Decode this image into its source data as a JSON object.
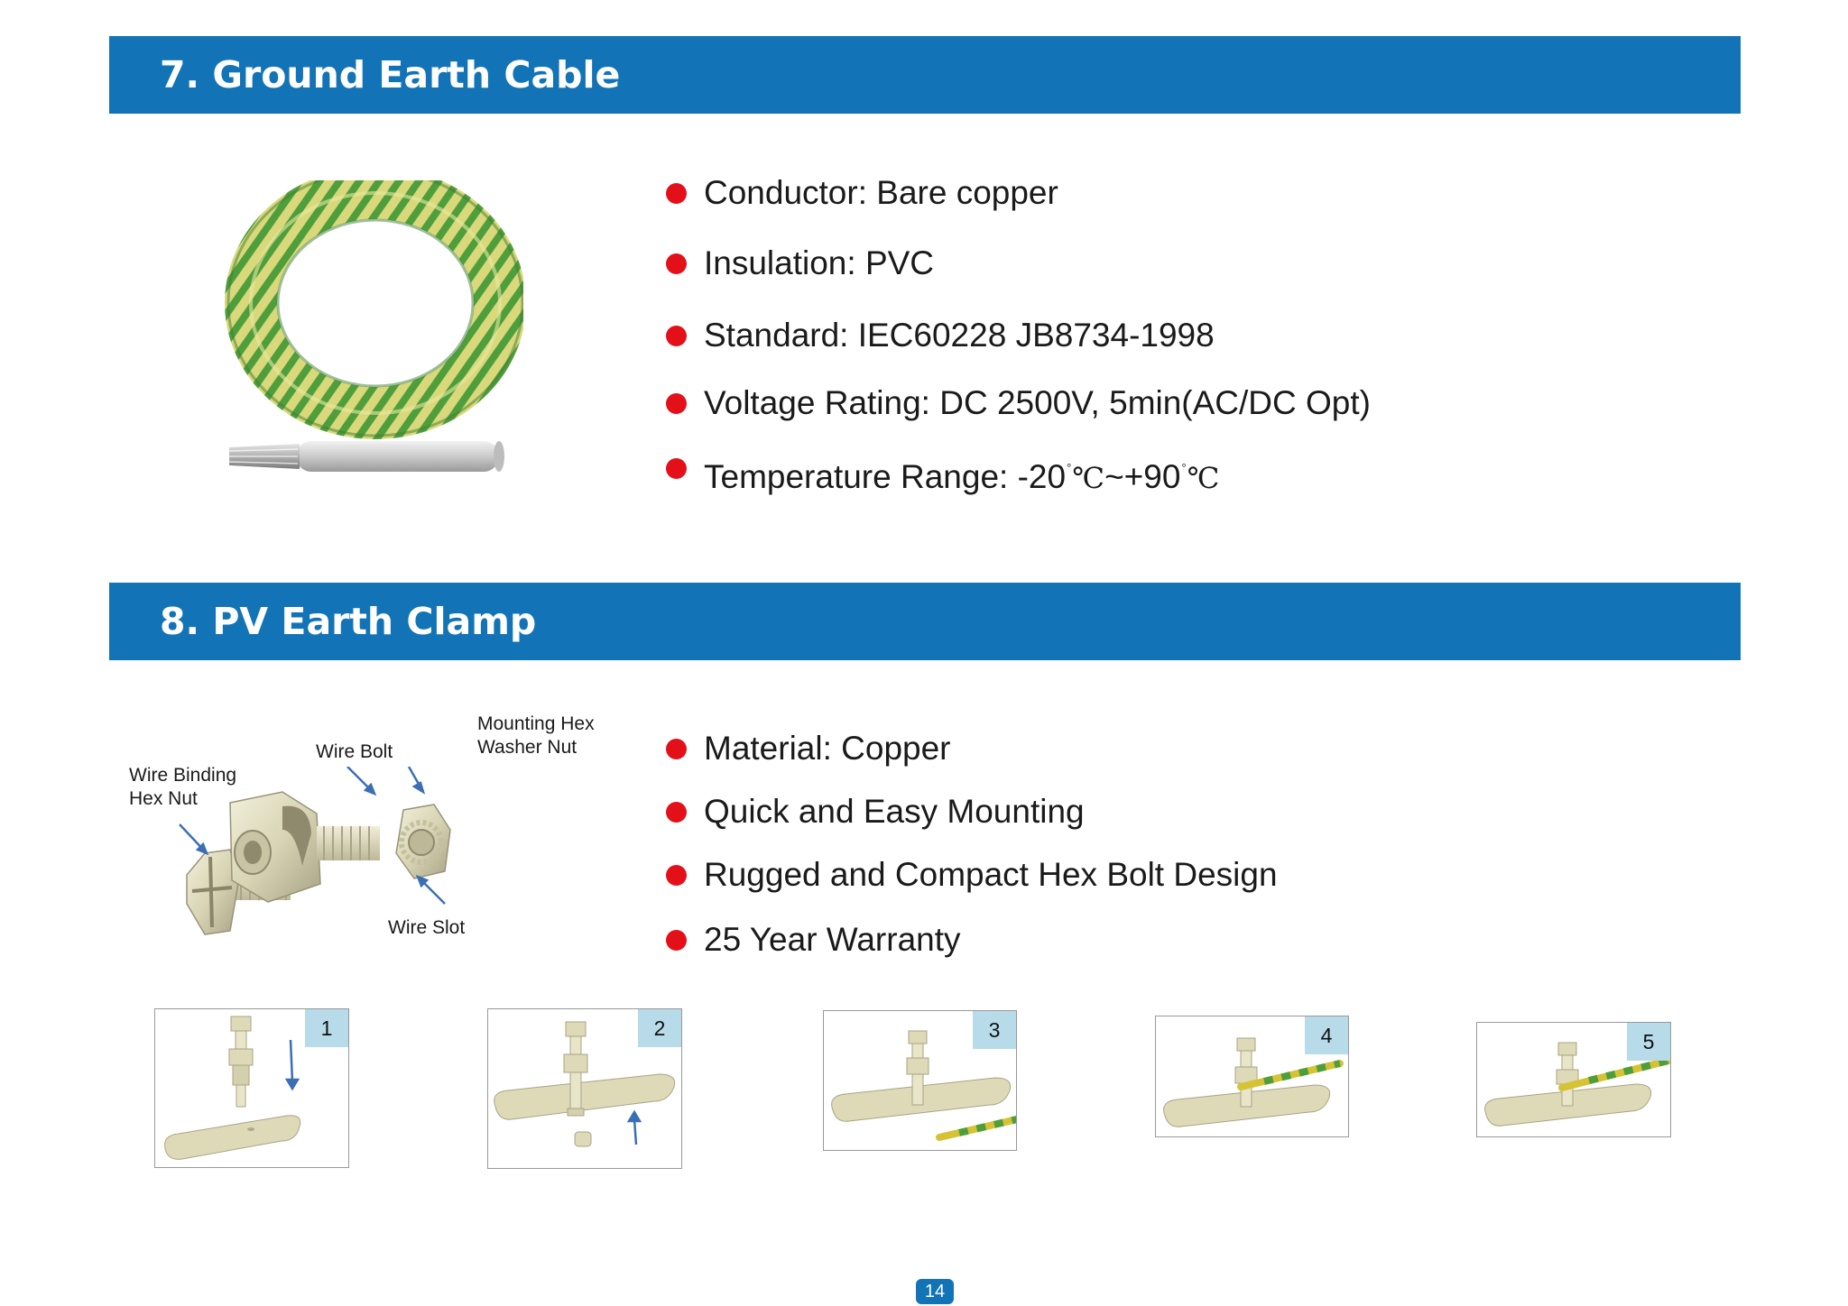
{
  "section7": {
    "title": "7. Ground Earth Cable",
    "bullets": [
      "Conductor: Bare copper",
      "Insulation: PVC",
      "Standard: IEC60228 JB8734-1998",
      "Voltage Rating: DC 2500V, 5min(AC/DC Opt)"
    ],
    "temp_prefix": "Temperature Range: -20",
    "temp_mid": "~+90",
    "temp_unit": "℃",
    "temp_small": "°"
  },
  "section8": {
    "title": "8. PV Earth Clamp",
    "bullets": [
      "Material: Copper",
      "Quick and Easy Mounting",
      "Rugged and Compact Hex Bolt Design",
      "25 Year Warranty"
    ],
    "callouts": {
      "wire_binding_1": "Wire Binding",
      "wire_binding_2": "Hex Nut",
      "wire_bolt": "Wire Bolt",
      "mounting_1": "Mounting Hex",
      "mounting_2": "Washer Nut",
      "wire_slot": "Wire Slot"
    },
    "steps": [
      "1",
      "2",
      "3",
      "4",
      "5"
    ]
  },
  "page_number": "14",
  "colors": {
    "banner": "#1274b6",
    "bullet": "#e3101a",
    "step_badge": "#b7dbe8"
  }
}
